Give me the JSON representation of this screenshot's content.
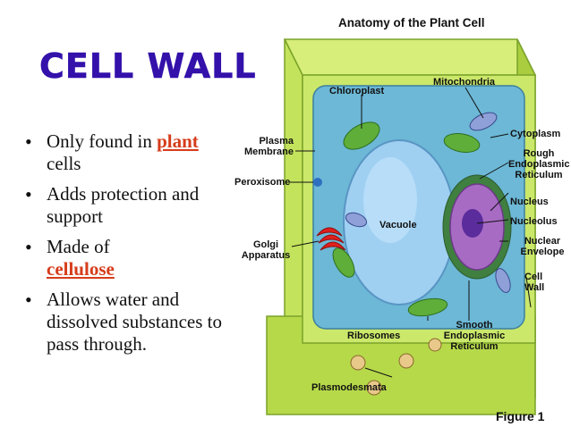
{
  "slide": {
    "title": "Cell Wall",
    "bullets": [
      {
        "parts": [
          {
            "text": "Only found in "
          },
          {
            "text": "plant",
            "accent": true
          },
          {
            "text": " cells"
          }
        ]
      },
      {
        "parts": [
          {
            "text": "Adds protection and support"
          }
        ]
      },
      {
        "parts": [
          {
            "text": "Made of "
          },
          {
            "text": "cellulose",
            "accent": true
          }
        ]
      },
      {
        "parts": [
          {
            "text": "Allows water and dissolved substances to pass through."
          }
        ]
      }
    ],
    "accent_color": "#d63c1a",
    "title_color": "#3311aa"
  },
  "diagram": {
    "title": "Anatomy of the Plant Cell",
    "figure": "Figure 1",
    "labels": {
      "chloroplast": "Chloroplast",
      "mitochondria": "Mitochondria",
      "cytoplasm": "Cytoplasm",
      "plasma_membrane": "Plasma Membrane",
      "rough_er": "Rough Endoplasmic Reticulum",
      "peroxisome": "Peroxisome",
      "vacuole": "Vacuole",
      "nucleus": "Nucleus",
      "nucleolus": "Nucleolus",
      "nuclear_envelope": "Nuclear Envelope",
      "golgi": "Golgi Apparatus",
      "cell_wall": "Cell Wall",
      "ribosomes": "Ribosomes",
      "smooth_er": "Smooth Endoplasmic Reticulum",
      "plasmodesmata": "Plasmodesmata"
    },
    "colors": {
      "wall": "#b6d94a",
      "cytoplasm": "#6cb8d6",
      "vacuole": "#9fd0f2",
      "nucleus": "#a86bc4",
      "golgi": "#e0201e",
      "chloroplast": "#5fae3a"
    }
  }
}
